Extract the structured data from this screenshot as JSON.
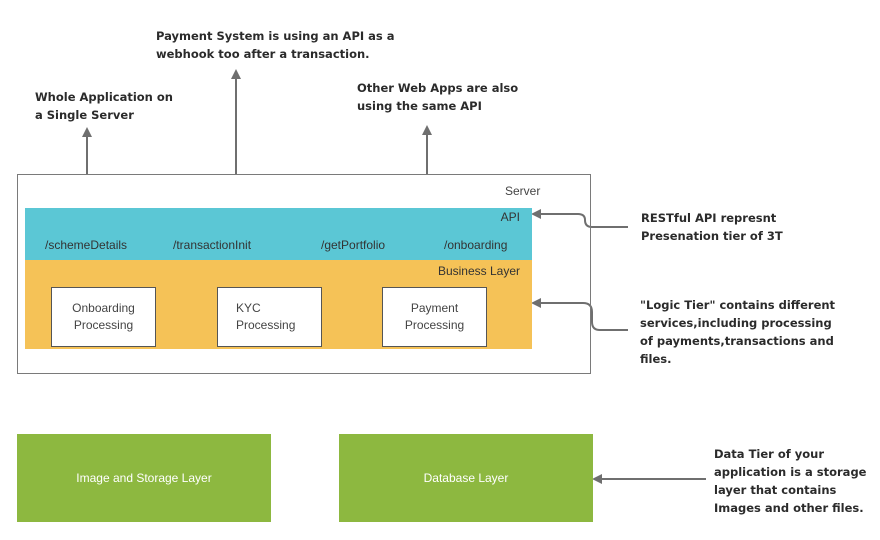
{
  "notes": {
    "whole_app": [
      "Whole Application on",
      "a Single Server"
    ],
    "payment_system": [
      "Payment System is using an API as a",
      "webhook too after a transaction."
    ],
    "other_apps": [
      "Other Web Apps are also",
      "using the same API"
    ],
    "restful": [
      "RESTful API represnt",
      "Presenation tier of 3T"
    ],
    "logic_tier": [
      "\"Logic Tier\" contains different",
      "services,including processing",
      "of payments,transactions and",
      "files."
    ],
    "data_tier": [
      "Data Tier of your",
      "application is a storage",
      "layer that contains",
      "Images and other files."
    ]
  },
  "server": {
    "label": "Server",
    "api": {
      "label": "API",
      "endpoints": [
        "/schemeDetails",
        "/transactionInit",
        "/getPortfolio",
        "/onboarding"
      ]
    },
    "business": {
      "label": "Business Layer",
      "services": [
        [
          "Onboarding",
          "Processing"
        ],
        [
          "KYC",
          "Processing"
        ],
        [
          "Payment",
          "Processing"
        ]
      ]
    }
  },
  "data_layer": {
    "left": "Image and Storage Layer",
    "right": "Database Layer"
  },
  "colors": {
    "api": "#5bc7d5",
    "business": "#f5c257",
    "data": "#8db840",
    "connector": "#6f6f6f"
  }
}
